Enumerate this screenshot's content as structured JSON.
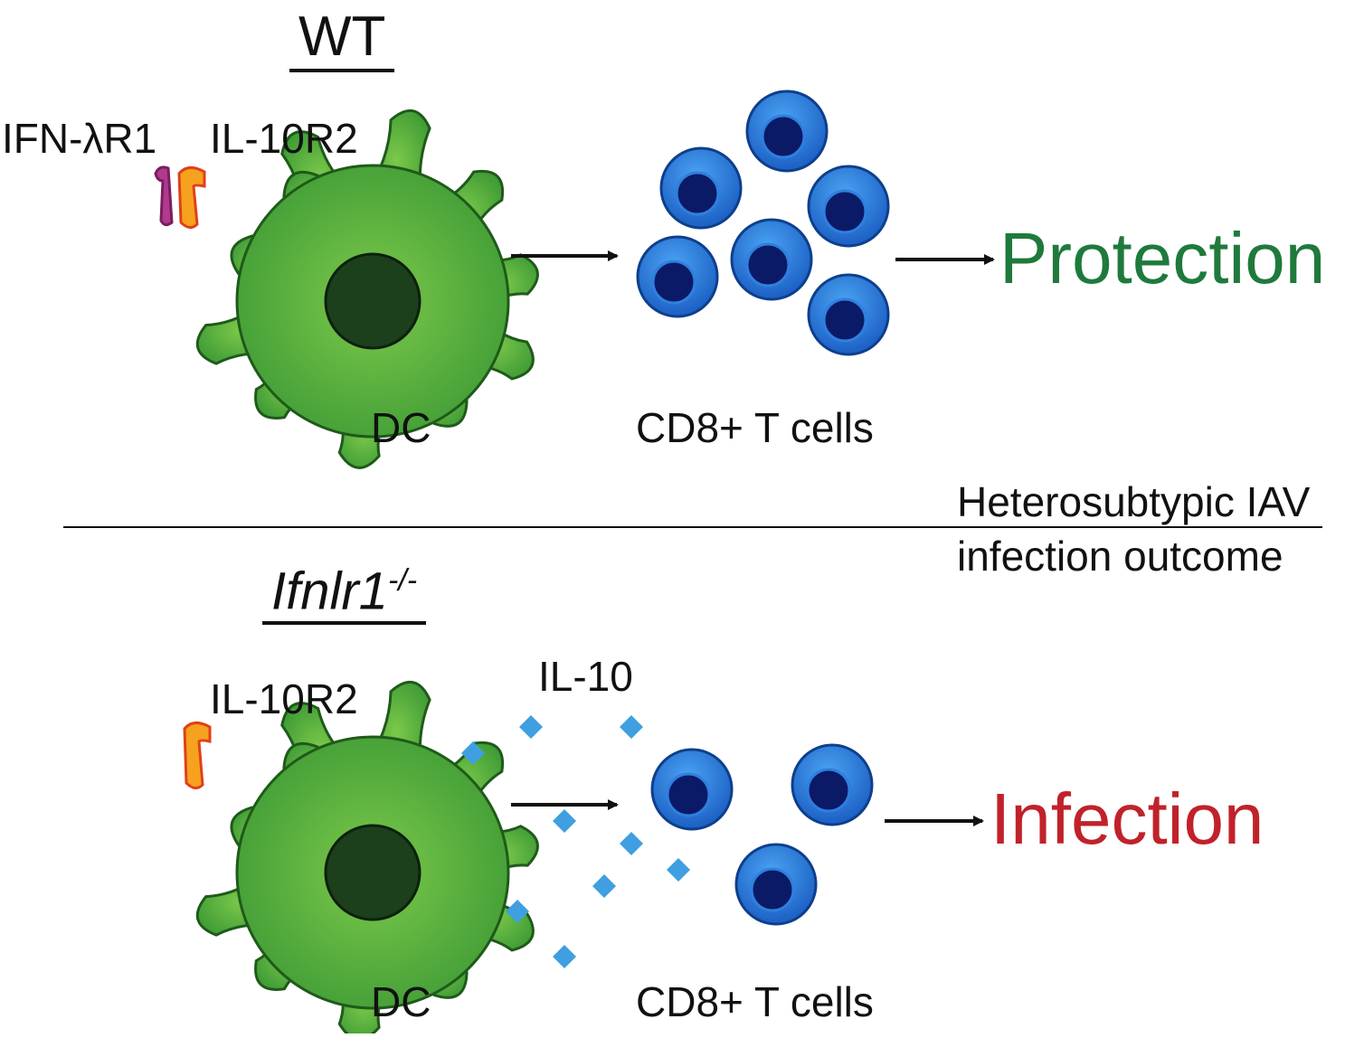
{
  "colors": {
    "dc_fill": "#3d9a35",
    "dc_stroke": "#1f5a1a",
    "dc_nucleus": "#1c3f1c",
    "tcell_fill": "#1f6fd1",
    "tcell_nucleus": "#0b1a66",
    "il10": "#3f9fe0",
    "protection": "#1e7a3c",
    "infection": "#c0222b",
    "receptor_ifnl": "#b03a8e",
    "receptor_il10r2": "#f07a1a"
  },
  "top": {
    "genotype": "WT",
    "receptor1_label": "IFN-λR1",
    "receptor2_label": "IL-10R2",
    "dc_label": "DC",
    "tcell_label": "CD8+ T cells",
    "outcome": "Protection"
  },
  "bottom": {
    "genotype_base": "Ifnlr1",
    "genotype_sup": "-/-",
    "receptor_label": "IL-10R2",
    "cytokine_label": "IL-10",
    "dc_label": "DC",
    "tcell_label": "CD8+ T cells",
    "outcome": "Infection"
  },
  "side_caption_line1": "Heterosubtypic IAV",
  "side_caption_line2": "infection outcome",
  "icons": {
    "dendritic_cell": "dendritic-cell-icon",
    "t_cell": "t-cell-icon",
    "receptor": "receptor-icon",
    "cytokine": "il10-diamond-icon",
    "arrow": "arrow-right-icon"
  }
}
